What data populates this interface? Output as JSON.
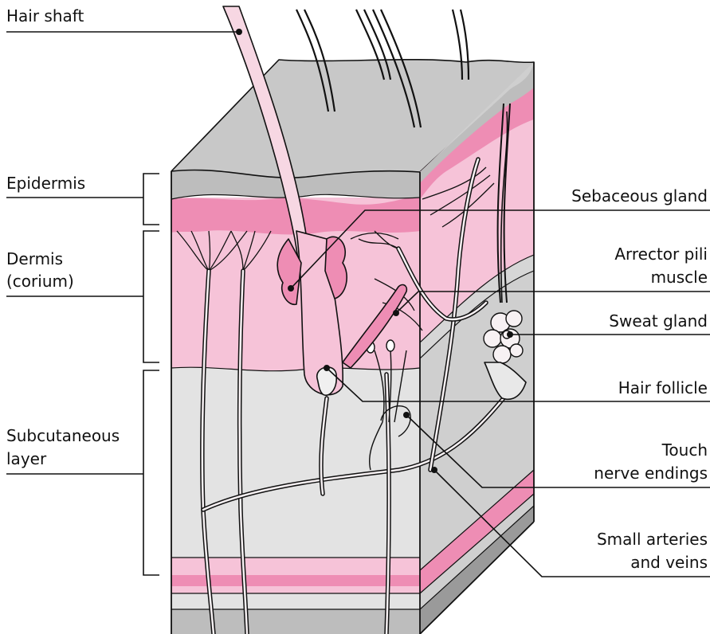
{
  "labels": {
    "hair_shaft": "Hair shaft",
    "epidermis": "Epidermis",
    "dermis_line1": "Dermis",
    "dermis_line2": "(corium)",
    "subcutaneous_line1": "Subcutaneous",
    "subcutaneous_line2": "layer",
    "sebaceous_gland": "Sebaceous gland",
    "arrector_line1": "Arrector pili",
    "arrector_line2": "muscle",
    "sweat_gland": "Sweat gland",
    "hair_follicle": "Hair follicle",
    "touch_line1": "Touch",
    "touch_line2": "nerve endings",
    "arteries_line1": "Small arteries",
    "arteries_line2": "and veins"
  },
  "colors": {
    "surface_gray": "#c8c8c8",
    "side_gray": "#cfcfcf",
    "epidermis_gray": "#bdbdbd",
    "dermis_pink": "#f6c3d8",
    "dermis_deep_pink": "#ee8db4",
    "subcutaneous_light": "#e3e3e3",
    "outline": "#111111"
  }
}
